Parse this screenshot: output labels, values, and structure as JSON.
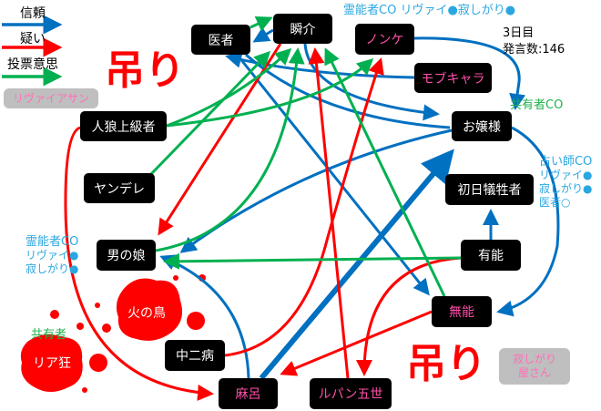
{
  "legend": [
    {
      "label": "信頼",
      "color": "#0070c0"
    },
    {
      "label": "疑い",
      "color": "#ff0000"
    },
    {
      "label": "投票意思",
      "color": "#00b050"
    }
  ],
  "info": {
    "day": "3日目",
    "count": "発言数:146"
  },
  "nodes": {
    "isha": "医者",
    "shunsuke": "瞬介",
    "nonke": "ノンケ",
    "mobu": "モブキャラ",
    "ojousama": "お嬢様",
    "jinrou": "人狼上級者",
    "yandere": "ヤンデレ",
    "shonichi": "初日犠牲者",
    "otokonoko": "男の娘",
    "yuunou": "有能",
    "munou": "無能",
    "chuunibyou": "中二病",
    "maro": "麻呂",
    "lupin": "ルパン五世"
  },
  "dead": {
    "hinotori": "火の鳥",
    "riakyou": "リア狂",
    "riakyou_role": "共有者"
  },
  "hanged": {
    "mark": "吊り",
    "top_name": "リヴァイアサン",
    "bottom_name_1": "寂しがり",
    "bottom_name_2": "屋さん"
  },
  "annotations": {
    "top_medium": "霊能者CO リヴァイ●寂しがり●",
    "kyouyuu": "共有者CO",
    "seer": [
      "占い師CO",
      "リヴァイ●",
      "寂しがり●",
      "医者○"
    ],
    "left_medium": [
      "霊能者CO",
      "リヴァイ●",
      "寂しがり●"
    ]
  },
  "colors": {
    "trust": "#0070c0",
    "doubt": "#ff0000",
    "vote": "#00b050"
  }
}
